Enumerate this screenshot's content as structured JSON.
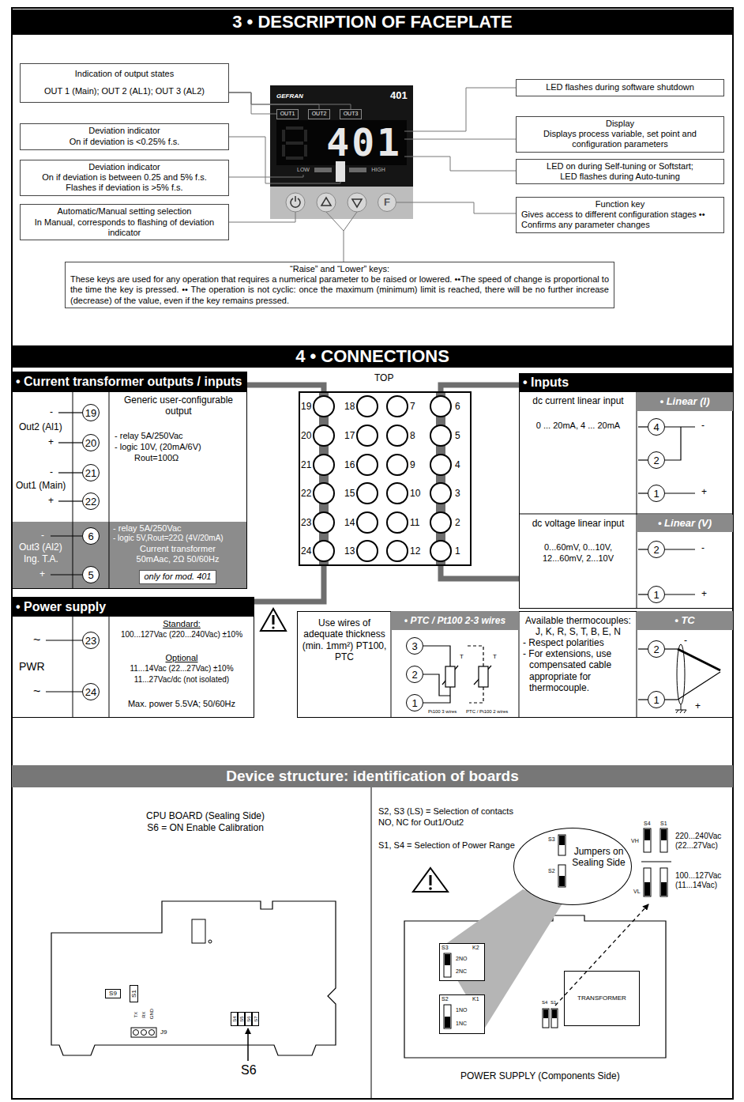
{
  "diagram": {
    "nodes": [
      {
        "text": [
          "3 • DESCRIPTION OF FACEPLATE"
        ]
      },
      {
        "text": [
          "Indication of output states",
          "OUT 1 (Main); OUT 2 (AL1); OUT 3 (AL2)"
        ]
      },
      {
        "text": [
          "Deviation indicator",
          "On if deviation is <0.25% f.s."
        ]
      },
      {
        "text": [
          "Deviation indicator",
          "On if deviation is between 0.25 and 5% f.s.",
          "Flashes if deviation is >5% f.s."
        ]
      },
      {
        "text": [
          "Automatic/Manual setting selection",
          "In Manual, corresponds to flashing of deviation indicator"
        ]
      },
      {
        "text": [
          "LED flashes during software shutdown"
        ]
      },
      {
        "text": [
          "Display",
          "Displays process variable, set point and configuration parameters"
        ]
      },
      {
        "text": [
          "LED on during Self-tuning or Softstart;",
          "LED flashes during Auto-tuning"
        ]
      },
      {
        "text": [
          "Function key",
          "Gives access to different configuration stages ••",
          "Confirms any parameter changes"
        ]
      },
      {
        "text": [
          "“Raise” and “Lower” keys:",
          "These keys are used for any operation that requires a numerical parameter to be raised or lowered. ••The speed of change is proportional to the time the key is pressed. •• The operation is not cyclic: once the maximum (minimum) limit is reached, there will be no further increase (decrease) of the value, even if the key remains pressed."
        ]
      },
      {
        "text": [
          "GEFRAN",
          "401"
        ]
      },
      {
        "text": [
          "OUT1"
        ],
        "in": 10
      },
      {
        "text": [
          "OUT2"
        ],
        "in": 10
      },
      {
        "text": [
          "OUT3"
        ],
        "in": 10
      },
      {
        "text": [
          "401"
        ],
        "in": 10
      },
      {
        "text": [
          "LOW"
        ],
        "in": 10
      },
      {
        "text": [
          "HIGH"
        ],
        "in": 10
      },
      {
        "text": [
          "F"
        ],
        "in": 10
      },
      {
        "text": [
          "4 • CONNECTIONS"
        ]
      },
      {
        "text": [
          "TOP",
          "19",
          "18",
          "7",
          "6",
          "20",
          "17",
          "8",
          "5",
          "21",
          "16",
          "9",
          "4",
          "22",
          "15",
          "10",
          "3",
          "23",
          "14",
          "11",
          "2",
          "24",
          "13",
          "12",
          "1"
        ]
      },
      {
        "text": [
          "• Current transformer outputs / inputs",
          "Generic user-configurable output",
          "- relay 5A/250Vac",
          "- logic 10V, (20mA/6V)",
          "Rout=100Ω",
          "-",
          "Out2 (Al1)",
          "+",
          "-",
          "Out1 (Main)",
          "+"
        ]
      },
      {
        "text": [
          "19"
        ],
        "in": 20
      },
      {
        "text": [
          "20"
        ],
        "in": 20
      },
      {
        "text": [
          "21"
        ],
        "in": 20
      },
      {
        "text": [
          "22"
        ],
        "in": 20
      },
      {
        "text": [
          "-",
          "Out3 (Al2)",
          "Ing. T.A.",
          "+",
          "- relay 5A/250Vac",
          "- logic 5V,Rout=22Ω (4V/20mA)",
          "Current transformer",
          "50mAac, 2Ω 50/60Hz"
        ],
        "in": 20
      },
      {
        "text": [
          "only for mod. 401"
        ],
        "in": 25
      },
      {
        "text": [
          "6"
        ],
        "in": 25
      },
      {
        "text": [
          "5"
        ],
        "in": 25
      },
      {
        "text": [
          "• Power supply",
          "~",
          "PWR",
          "~",
          "Standard:",
          "100...127Vac (220...240Vac) ±10%",
          "Optional",
          "11...14Vac (22...27Vac) ±10%",
          "11...27Vac/dc (not isolated)",
          "Max. power 5.5VA; 50/60Hz"
        ]
      },
      {
        "text": [
          "23"
        ],
        "in": 29
      },
      {
        "text": [
          "24"
        ],
        "in": 29
      },
      {
        "text": [
          "• Inputs",
          "dc current linear input",
          "0 ... 20mA, 4 ... 20mA",
          "• Linear (I)",
          "-",
          "+",
          "dc voltage linear input",
          "0...60mV, 0...10V,",
          "12...60mV, 2...10V",
          "• Linear (V)",
          "-",
          "+"
        ]
      },
      {
        "text": [
          "4"
        ],
        "in": 32
      },
      {
        "text": [
          "2"
        ],
        "in": 32
      },
      {
        "text": [
          "1"
        ],
        "in": 32
      },
      {
        "text": [
          "2"
        ],
        "in": 32
      },
      {
        "text": [
          "1"
        ],
        "in": 32
      },
      {
        "text": [
          "Use wires of adequate thickness (min. 1mm²) PT100, PTC",
          "• PTC / Pt100 2-3 wires",
          "T",
          "T",
          "Pt100 3 wires",
          "PTC / Pt100 2 wires",
          "Available thermocouples:",
          "J, K, R, S, T, B, E, N",
          "- Respect polarities",
          "- For extensions, use compensated cable appropriate for thermocouple.",
          "• TC",
          "-",
          "+"
        ]
      },
      {
        "text": [
          "3"
        ],
        "in": 38
      },
      {
        "text": [
          "2"
        ],
        "in": 38
      },
      {
        "text": [
          "1"
        ],
        "in": 38
      },
      {
        "text": [
          "2"
        ],
        "in": 38
      },
      {
        "text": [
          "1"
        ],
        "in": 38
      },
      {
        "text": [
          "Device structure: identification of boards"
        ]
      },
      {
        "text": [
          "S9"
        ]
      },
      {
        "text": [
          "S1"
        ]
      },
      {
        "text": [
          "S4"
        ]
      },
      {
        "text": [
          "S5"
        ]
      },
      {
        "text": [
          "S6"
        ]
      },
      {
        "text": [
          "S7"
        ]
      },
      {
        "text": [
          "S3",
          "S2",
          "Jumpers on Sealing Side"
        ]
      },
      {
        "text": [
          "S3",
          "K2",
          "2NO",
          "2NC"
        ]
      },
      {
        "text": [
          "S2",
          "K1",
          "1NO",
          "1NC"
        ]
      },
      {
        "text": [
          "TRANSFORMER"
        ]
      }
    ],
    "edges": [
      {
        "from": 1,
        "to": 11,
        "arrow": "none"
      },
      {
        "from": 1,
        "to": 12,
        "arrow": "none"
      },
      {
        "from": 1,
        "to": 13,
        "arrow": "none"
      },
      {
        "from": 3,
        "to": 15,
        "arrow": "none"
      },
      {
        "from": 5,
        "to": 14,
        "arrow": "none"
      },
      {
        "from": 6,
        "to": 14,
        "arrow": "none"
      },
      {
        "from": 7,
        "to": 14,
        "arrow": "none"
      },
      {
        "from": 8,
        "to": 17,
        "arrow": "none"
      },
      {
        "from": 19,
        "to": 20,
        "arrow": "none"
      },
      {
        "from": 19,
        "to": 29,
        "arrow": "none"
      },
      {
        "from": 19,
        "to": 32,
        "arrow": "none"
      },
      {
        "from": 19,
        "to": 32,
        "arrow": "none"
      }
    ],
    "labels": [
      "CPU BOARD (Sealing Side)",
      "S6 = ON Enable Calibration",
      "TX",
      "RX",
      "GND",
      "J9",
      "S6",
      "S2, S3 (LS) = Selection of contacts",
      "NO, NC for Out1/Out2",
      "S1, S4 = Selection of Power Range",
      "S4",
      "S1",
      "VH",
      "VL",
      "220...240Vac (22...27Vac)",
      "100...127Vac (11...14Vac)",
      "S4",
      "S1",
      "POWER SUPPLY (Components Side)"
    ]
  }
}
